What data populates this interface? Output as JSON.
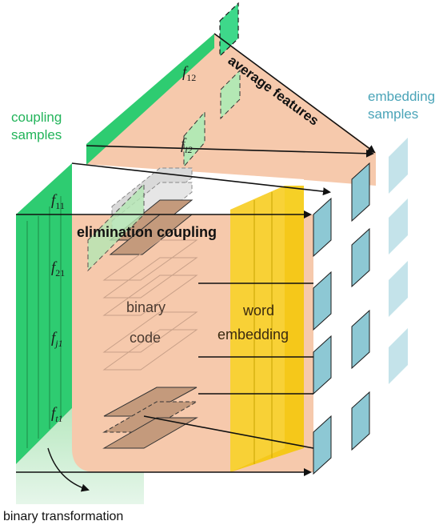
{
  "labels": {
    "coupling_samples": [
      "coupling",
      "samples"
    ],
    "embedding_samples": [
      "embedding",
      "samples"
    ],
    "average_features": "average features",
    "elimination_coupling": "elimination coupling",
    "binary_code": [
      "binary",
      "code"
    ],
    "word_embedding": [
      "word",
      "embedding"
    ],
    "binary_transformation": "binary transformation"
  },
  "feature_symbols": {
    "f11": {
      "base": "f",
      "sub": "11"
    },
    "f21": {
      "base": "f",
      "sub": "21"
    },
    "fj1": {
      "base": "f",
      "sub": "j1"
    },
    "ft1": {
      "base": "f",
      "sub": "t1"
    },
    "f12": {
      "base": "f",
      "sub": "12"
    },
    "fi2": {
      "base": "f",
      "sub": "i2"
    }
  },
  "colors": {
    "green": "#2ecc71",
    "green_light": "#b4e8b4",
    "salmon": "#f6c6a8",
    "teal": "#8dc8d4",
    "teal_light": "#c4e3ea",
    "gold": "#f5c800",
    "brown": "#c49a7c",
    "gray_dash": "#d0d0d0",
    "green_text": "#22b45a",
    "teal_text": "#4aa4b8"
  }
}
